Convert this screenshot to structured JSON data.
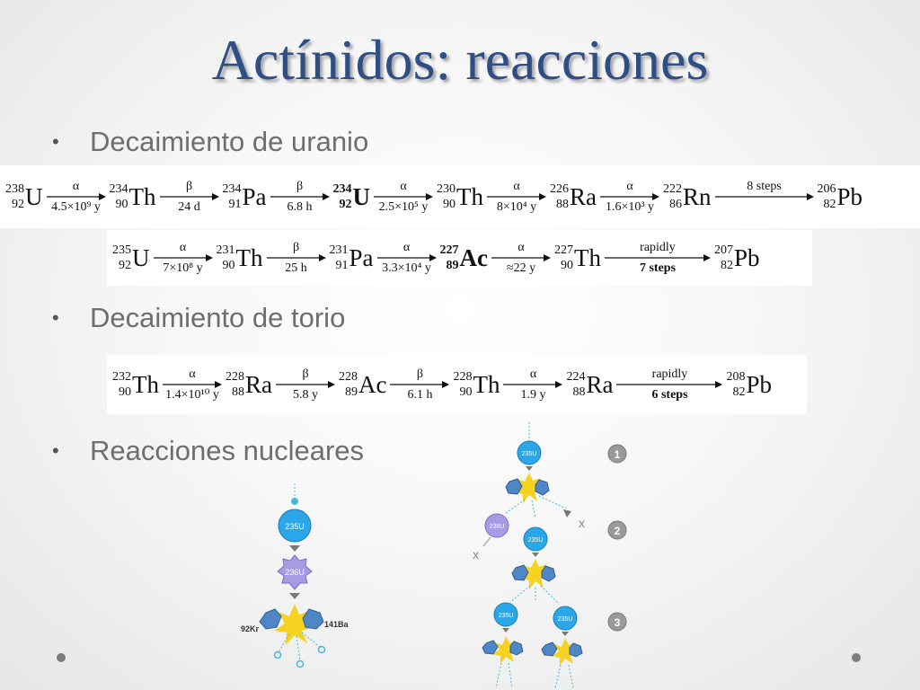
{
  "title": "Actínidos: reacciones",
  "bullets": {
    "uranium": "Decaimiento de uranio",
    "thorium": "Decaimiento de torio",
    "reactions": "Reacciones nucleares"
  },
  "eq_u238": [
    {
      "k": "n",
      "a": "238",
      "z": "92",
      "s": "U"
    },
    {
      "k": "a",
      "t": "α",
      "b": "4.5×10⁹ y"
    },
    {
      "k": "n",
      "a": "234",
      "z": "90",
      "s": "Th"
    },
    {
      "k": "a",
      "t": "β",
      "b": "24 d"
    },
    {
      "k": "n",
      "a": "234",
      "z": "91",
      "s": "Pa"
    },
    {
      "k": "a",
      "t": "β",
      "b": "6.8 h"
    },
    {
      "k": "n",
      "a": "234",
      "z": "92",
      "s": "U",
      "bold": true
    },
    {
      "k": "a",
      "t": "α",
      "b": "2.5×10⁵ y"
    },
    {
      "k": "n",
      "a": "230",
      "z": "90",
      "s": "Th"
    },
    {
      "k": "a",
      "t": "α",
      "b": "8×10⁴ y"
    },
    {
      "k": "n",
      "a": "226",
      "z": "88",
      "s": "Ra"
    },
    {
      "k": "a",
      "t": "α",
      "b": "1.6×10³ y"
    },
    {
      "k": "n",
      "a": "222",
      "z": "86",
      "s": "Rn"
    },
    {
      "k": "a",
      "t": "8 steps",
      "b": "",
      "w": 110
    },
    {
      "k": "n",
      "a": "206",
      "z": "82",
      "s": "Pb"
    }
  ],
  "eq_u235": [
    {
      "k": "n",
      "a": "235",
      "z": "92",
      "s": "U"
    },
    {
      "k": "a",
      "t": "α",
      "b": "7×10⁸ y"
    },
    {
      "k": "n",
      "a": "231",
      "z": "90",
      "s": "Th"
    },
    {
      "k": "a",
      "t": "β",
      "b": "25 h"
    },
    {
      "k": "n",
      "a": "231",
      "z": "91",
      "s": "Pa"
    },
    {
      "k": "a",
      "t": "α",
      "b": "3.3×10⁴ y"
    },
    {
      "k": "n",
      "a": "227",
      "z": "89",
      "s": "Ac",
      "bold": true
    },
    {
      "k": "a",
      "t": "α",
      "b": "≈22 y"
    },
    {
      "k": "n",
      "a": "227",
      "z": "90",
      "s": "Th"
    },
    {
      "k": "a",
      "t": "rapidly",
      "b": "7 steps",
      "w": 118,
      "bb": true
    },
    {
      "k": "n",
      "a": "207",
      "z": "82",
      "s": "Pb"
    }
  ],
  "eq_th232": [
    {
      "k": "n",
      "a": "232",
      "z": "90",
      "s": "Th"
    },
    {
      "k": "a",
      "t": "α",
      "b": "1.4×10¹⁰ y"
    },
    {
      "k": "n",
      "a": "228",
      "z": "88",
      "s": "Ra"
    },
    {
      "k": "a",
      "t": "β",
      "b": "5.8 y"
    },
    {
      "k": "n",
      "a": "228",
      "z": "89",
      "s": "Ac"
    },
    {
      "k": "a",
      "t": "β",
      "b": "6.1 h"
    },
    {
      "k": "n",
      "a": "228",
      "z": "90",
      "s": "Th"
    },
    {
      "k": "a",
      "t": "α",
      "b": "1.9 y"
    },
    {
      "k": "n",
      "a": "224",
      "z": "88",
      "s": "Ra"
    },
    {
      "k": "a",
      "t": "rapidly",
      "b": "6 steps",
      "w": 118,
      "bb": true
    },
    {
      "k": "n",
      "a": "208",
      "z": "82",
      "s": "Pb"
    }
  ],
  "fission": {
    "u235": "235U",
    "u236": "236U",
    "kr": "92Kr",
    "ba": "141Ba"
  },
  "chain": {
    "steps": [
      "1",
      "2",
      "3"
    ],
    "u235": "235U",
    "u238": "238U",
    "x": "x"
  },
  "colors": {
    "title": "#2e4e84",
    "nucleus_blue": "#2aa7e8",
    "nucleus_purple": "#a79be6",
    "fragment": "#4f86c6",
    "flash": "#f6d321",
    "neutron": "#45b8d8",
    "step_badge": "#9a9a9a"
  }
}
